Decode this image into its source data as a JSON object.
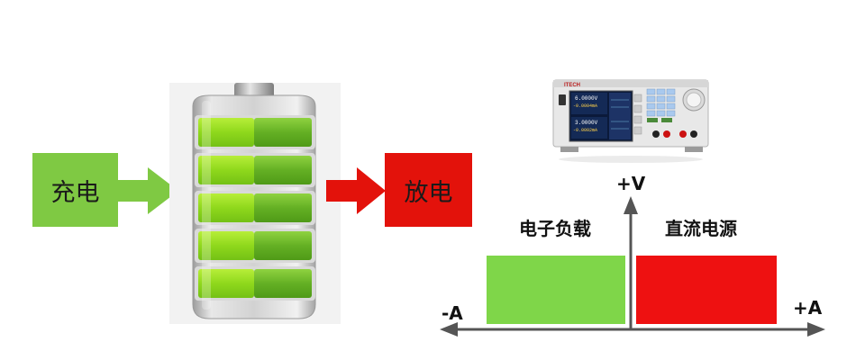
{
  "left": {
    "charge_label": "充电",
    "discharge_label": "放电"
  },
  "battery": {
    "cell_count": 5,
    "colors": {
      "cell_bright": "#8fd81c",
      "cell_dark": "#5cae1a",
      "casing": "#c9c9c9"
    }
  },
  "device": {
    "brand": "ITECH",
    "readout_1_voltage": "6.0000V",
    "readout_1_current": "-0.0004mA",
    "readout_2_voltage": "3.0000V",
    "readout_2_current": "-0.0002mA"
  },
  "quadrant": {
    "y_axis_label": "+V",
    "x_neg_label": "-A",
    "x_pos_label": "+A",
    "left_region_label": "电子负载",
    "right_region_label": "直流电源",
    "colors": {
      "left_region": "#7fd649",
      "right_region": "#ee1111"
    }
  }
}
